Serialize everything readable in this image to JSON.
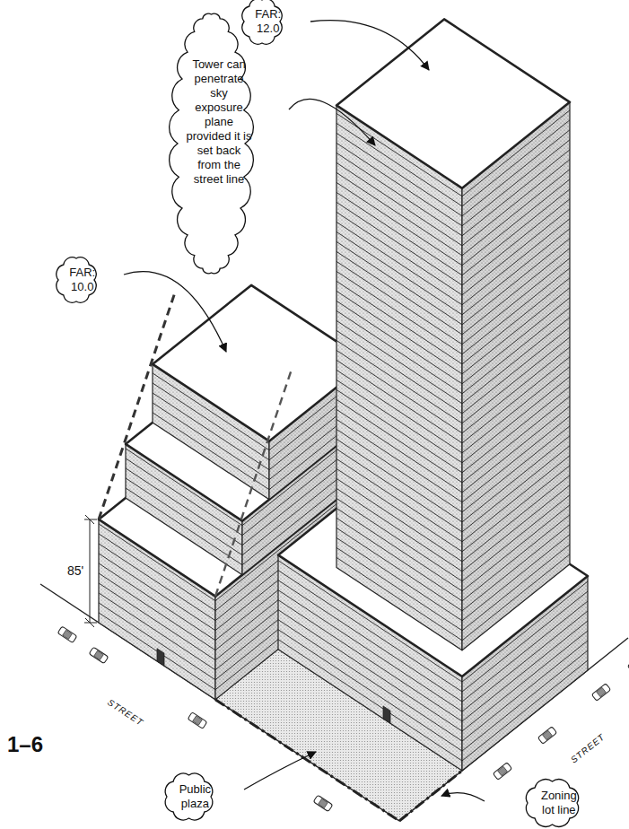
{
  "diagram": {
    "nodes": [
      {
        "text": [
          "FAR: 12.0"
        ]
      },
      {
        "text": [
          "Tower can penetrate sky exposure plane provided it is set back from the street line"
        ]
      },
      {
        "text": [
          "FAR: 10.0"
        ]
      },
      {
        "text": [
          "Public plaza"
        ]
      },
      {
        "text": [
          "Zoning lot line"
        ]
      }
    ],
    "labels": [
      "85'",
      "STREET",
      "STREET",
      "1–6"
    ]
  }
}
